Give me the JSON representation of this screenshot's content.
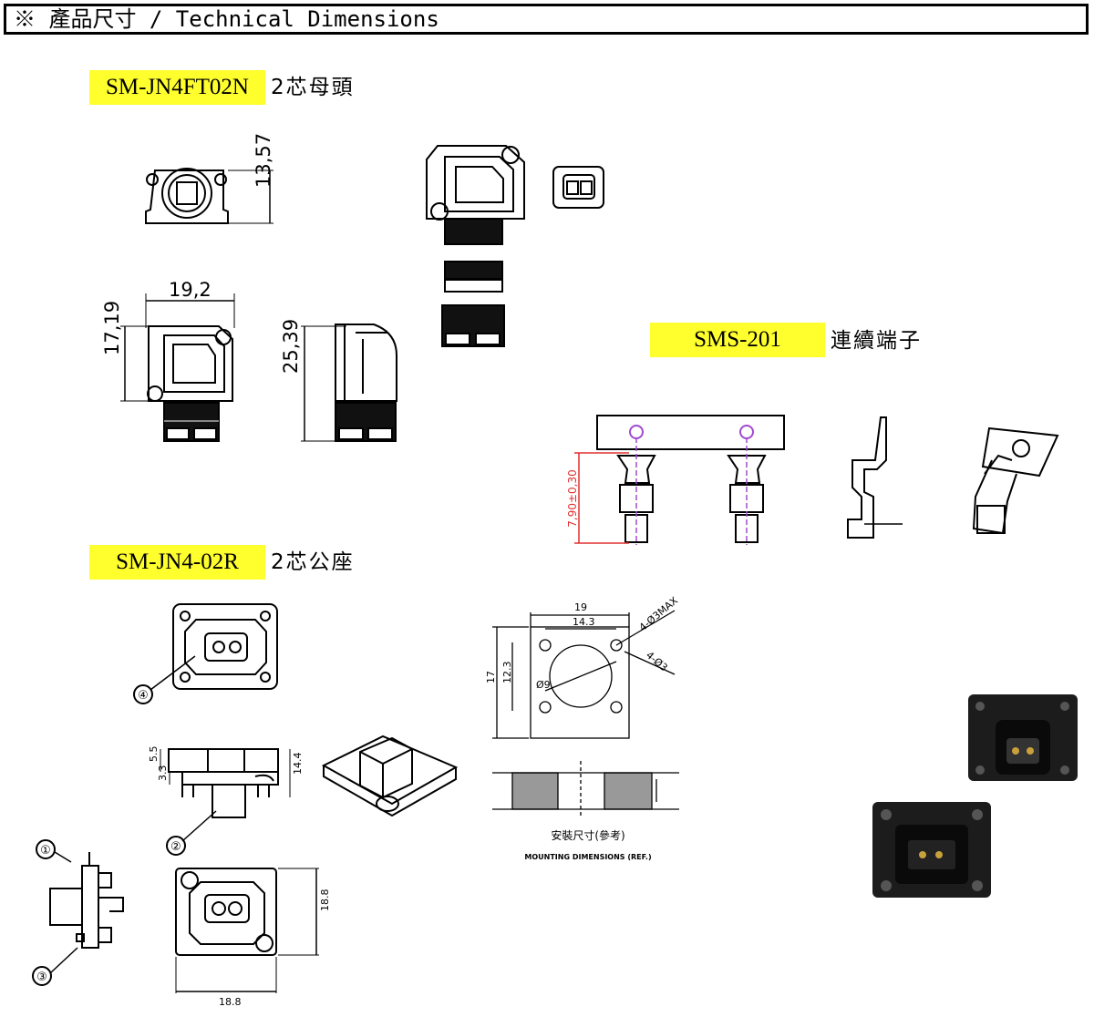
{
  "header": {
    "title": "※ 產品尺寸 / Technical Dimensions"
  },
  "sections": {
    "female": {
      "model": "SM-JN4FT02N",
      "desc": "2芯母頭",
      "dims": {
        "height": "13,57",
        "width": "19,2",
        "side_h": "17,19",
        "length": "25,39"
      }
    },
    "terminal": {
      "model": "SMS-201",
      "desc": "連續端子",
      "dim": "7,90±0,30"
    },
    "male": {
      "model": "SM-JN4-02R",
      "desc": "2芯公座",
      "callouts": [
        "①",
        "②",
        "③",
        "④"
      ],
      "mounting": {
        "label_cn": "安裝尺寸(參考)",
        "label_en": "MOUNTING DIMENSIONS (REF.)",
        "w_outer": "19",
        "w_inner": "14.3",
        "h_outer": "17",
        "h_inner": "12.3",
        "dia": "Ø9",
        "hole_a": "4-Ø3MAX",
        "hole_b": "4-Ø3"
      },
      "dims": {
        "d1": "5.5",
        "d2": "3.3",
        "d3": "14.4",
        "d4": "18.8",
        "d5": "18.8"
      }
    }
  },
  "colors": {
    "highlight": "#ffff2e",
    "dimension_red": "#e03030",
    "guide_purple": "#a04ad0"
  }
}
